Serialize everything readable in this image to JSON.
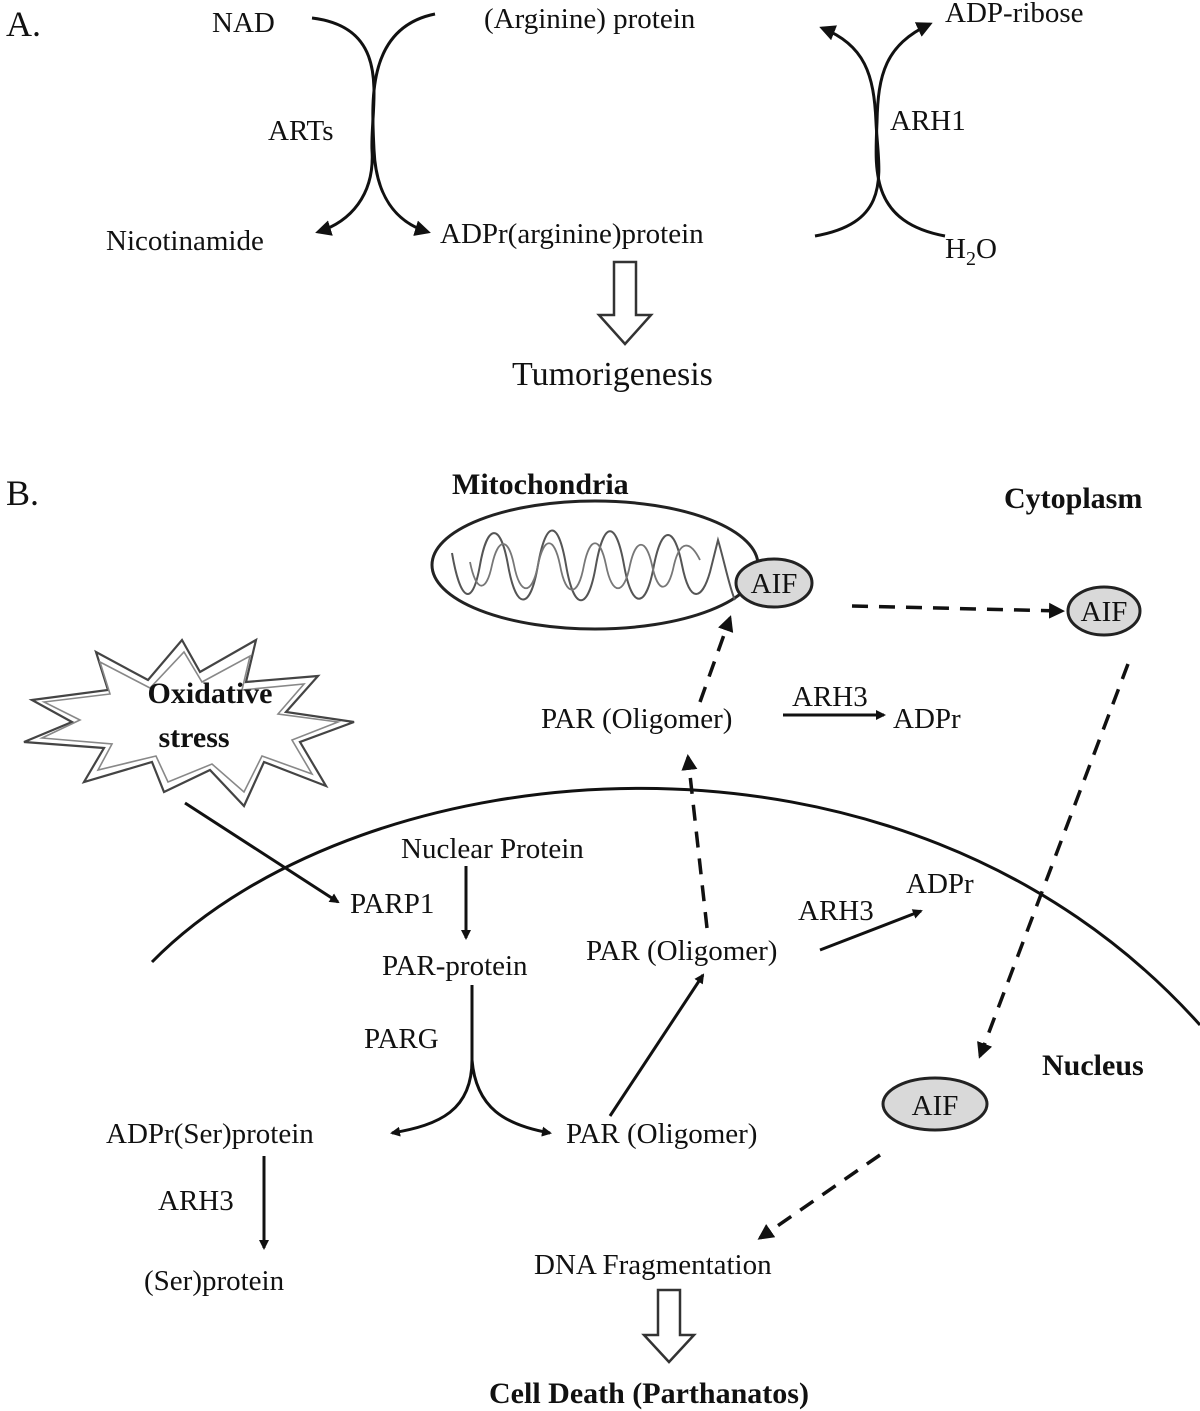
{
  "panel_a": {
    "label": "A.",
    "nad": "NAD",
    "arginine_protein": "(Arginine) protein",
    "adp_ribose": "ADP-ribose",
    "arts": "ARTs",
    "arh1": "ARH1",
    "nicotinamide": "Nicotinamide",
    "adpr_arginine_protein": "ADPr(arginine)protein",
    "water_h": "H",
    "water_sub": "2",
    "water_o": "O",
    "tumorigenesis": "Tumorigenesis"
  },
  "panel_b": {
    "label": "B.",
    "mitochondria": "Mitochondria",
    "cytoplasm": "Cytoplasm",
    "nucleus": "Nucleus",
    "aif_mito": "AIF",
    "aif_cyto": "AIF",
    "aif_nucleus": "AIF",
    "oxidative_stress_line1": "Oxidative",
    "oxidative_stress_line2": "stress",
    "par_oligomer_cyto": "PAR (Oligomer)",
    "arh3_cyto": "ARH3",
    "adpr_cyto": "ADPr",
    "nuclear_protein": "Nuclear Protein",
    "parp1": "PARP1",
    "par_protein": "PAR-protein",
    "par_oligomer_mid": "PAR (Oligomer)",
    "arh3_mid": "ARH3",
    "adpr_mid": "ADPr",
    "parg": "PARG",
    "adpr_ser_protein": "ADPr(Ser)protein",
    "par_oligomer_low": "PAR (Oligomer)",
    "arh3_ser": "ARH3",
    "ser_protein": "(Ser)protein",
    "dna_fragmentation": "DNA Fragmentation",
    "cell_death": "Cell Death (Parthanatos)"
  }
}
